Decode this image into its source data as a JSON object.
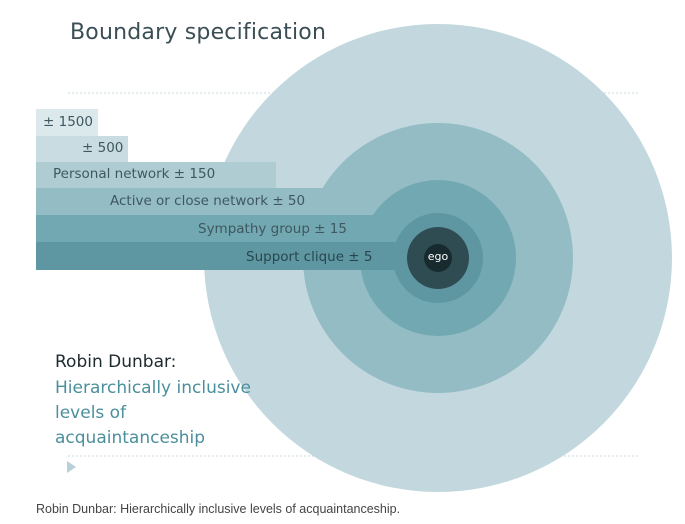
{
  "title": "Boundary specification",
  "levels": [
    {
      "label": "± 1500",
      "color": "#c2d8de"
    },
    {
      "label": "± 500",
      "color": "#b0ccd3"
    },
    {
      "label": "Personal network ± 150",
      "color": "#92bcc4"
    },
    {
      "label": "Active or close network ± 50",
      "color": "#7eb1ba"
    },
    {
      "label": "Sympathy group ± 15",
      "color": "#5f9ba6"
    },
    {
      "label": "Support clique ± 5",
      "color": "#3c6a73"
    }
  ],
  "center": {
    "label": "ego",
    "color": "#2d474d"
  },
  "author": "Robin Dunbar:",
  "subtitle": "Hierarchically inclusive levels of acquaintanceship",
  "caption": "Robin Dunbar: Hierarchically inclusive levels of acquaintanceship."
}
